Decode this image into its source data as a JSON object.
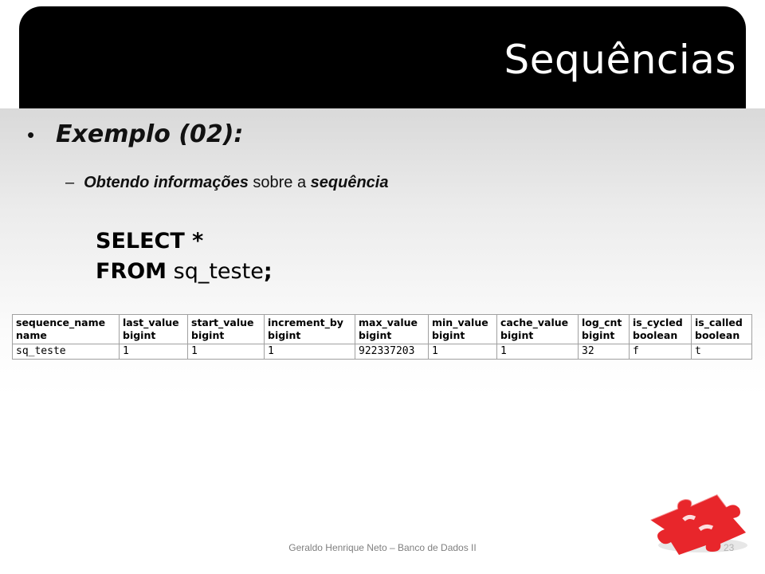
{
  "title": "Sequências",
  "bullet": {
    "text": "Exemplo (02):"
  },
  "sub_bullet": {
    "dash": "–",
    "part1": "Obtendo informações",
    "part2": " sobre a ",
    "part3": "sequência"
  },
  "code": {
    "line1_kw": "SELECT *",
    "line2_kw": "FROM",
    "line2_rest": " sq_teste",
    "line2_end": ";"
  },
  "table": {
    "columns": [
      {
        "name": "sequence_name",
        "type": "name"
      },
      {
        "name": "last_value",
        "type": "bigint"
      },
      {
        "name": "start_value",
        "type": "bigint"
      },
      {
        "name": "increment_by",
        "type": "bigint"
      },
      {
        "name": "max_value",
        "type": "bigint"
      },
      {
        "name": "min_value",
        "type": "bigint"
      },
      {
        "name": "cache_value",
        "type": "bigint"
      },
      {
        "name": "log_cnt",
        "type": "bigint"
      },
      {
        "name": "is_cycled",
        "type": "boolean"
      },
      {
        "name": "is_called",
        "type": "boolean"
      }
    ],
    "row": [
      "sq_teste",
      "1",
      "1",
      "1",
      "922337203",
      "1",
      "1",
      "32",
      "f",
      "t"
    ]
  },
  "footer": {
    "text": "Geraldo Henrique Neto – Banco de Dados II",
    "page": "23"
  },
  "colors": {
    "title_bar": "#000000",
    "logo_red": "#e8262b"
  },
  "icons": {
    "logo": "puzzle-piece-logo"
  }
}
